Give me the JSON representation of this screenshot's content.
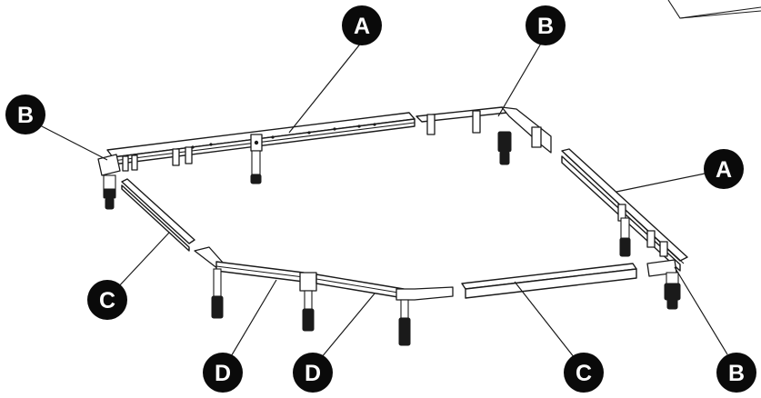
{
  "callouts": {
    "a_top": "A",
    "b_top": "B",
    "b_left": "B",
    "a_right": "A",
    "c_left": "C",
    "d_left": "D",
    "d_mid": "D",
    "c_bottom": "C",
    "b_bottom_right": "B"
  },
  "colors": {
    "line": "#1a1a1a",
    "callout_fill": "#0a0a0a",
    "background": "#ffffff"
  }
}
